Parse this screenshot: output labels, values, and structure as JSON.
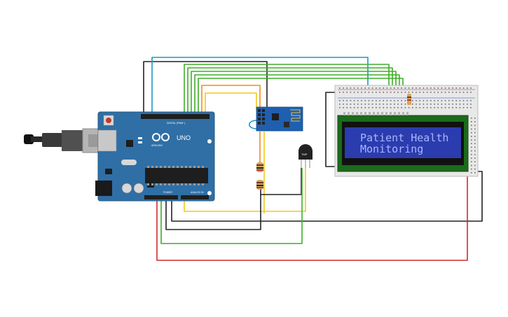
{
  "board": {
    "model_label": "UNO",
    "brand_label": "ARDUINO",
    "digital_header_label": "DIGITAL (PWM~)",
    "power_label": "POWER",
    "analog_label": "ANALOG IN",
    "body_color": "#2f6fa5",
    "chip_color": "#1e1e1e"
  },
  "lcd": {
    "line1": "Patient Health",
    "line2": "Monitoring",
    "bezel_color": "#1c6a1c",
    "screen_color": "#2a3cae",
    "text_color": "#aab4ff"
  },
  "sensor": {
    "label": "TMP",
    "icon": "temperature-sensor-icon"
  },
  "wifi_module": {
    "icon": "esp8266-wifi-module-icon",
    "color": "#1f5fb0"
  },
  "usb": {
    "icon": "usb-cable-icon"
  },
  "wire_colors": {
    "black": "#222222",
    "red": "#d12b2b",
    "green": "#3fae2a",
    "yellow": "#f2c81b",
    "orange": "#f28c1b",
    "cyan": "#1e96c8"
  }
}
